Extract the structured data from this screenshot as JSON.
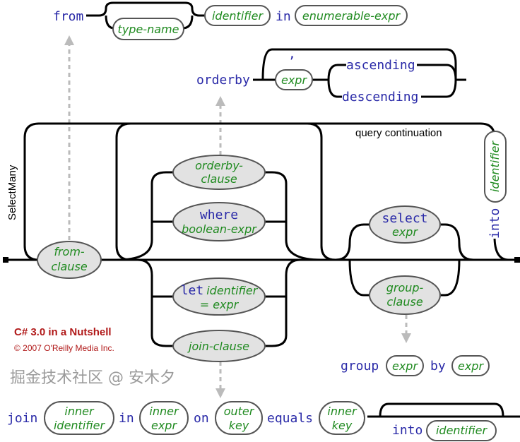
{
  "from_row": {
    "kw_from": "from",
    "type_name": "type-name",
    "identifier": "identifier",
    "kw_in": "in",
    "enumerable_expr": "enumerable-expr"
  },
  "orderby_row": {
    "kw_orderby": "orderby",
    "comma": ",",
    "expr": "expr",
    "ascending": "ascending",
    "descending": "descending"
  },
  "main": {
    "selectmany_label": "SelectMany",
    "query_continuation_label": "query continuation",
    "kw_into": "into",
    "into_identifier": "identifier",
    "from_clause": [
      "from-",
      "clause"
    ],
    "orderby_clause": [
      "orderby-",
      "clause"
    ],
    "where_clause": [
      "where",
      "boolean-expr"
    ],
    "let_clause": {
      "kw_let": "let",
      "identifier": "identifier",
      "eq_expr": "= expr"
    },
    "join_clause": "join-clause",
    "select_clause": [
      "select",
      "expr"
    ],
    "group_clause": [
      "group-",
      "clause"
    ]
  },
  "group_row": {
    "kw_group": "group",
    "expr1": "expr",
    "kw_by": "by",
    "expr2": "expr"
  },
  "join_row": {
    "kw_join": "join",
    "inner_identifier": [
      "inner",
      "identifier"
    ],
    "kw_in": "in",
    "inner_expr": [
      "inner",
      "expr"
    ],
    "kw_on": "on",
    "outer_key": [
      "outer",
      "key"
    ],
    "kw_equals": "equals",
    "inner_key": [
      "inner",
      "key"
    ],
    "kw_into": "into",
    "into_identifier": "identifier"
  },
  "credits": {
    "title": "C# 3.0 in a Nutshell",
    "copyright": "© 2007 O'Reilly Media Inc."
  },
  "watermark": "掘金技术社区 @ 安木夕",
  "colors": {
    "keyword": "#2a2aa8",
    "nonterminal": "#1f8a1f",
    "credit": "#b01818",
    "clause_fill": "#e2e2e2"
  }
}
